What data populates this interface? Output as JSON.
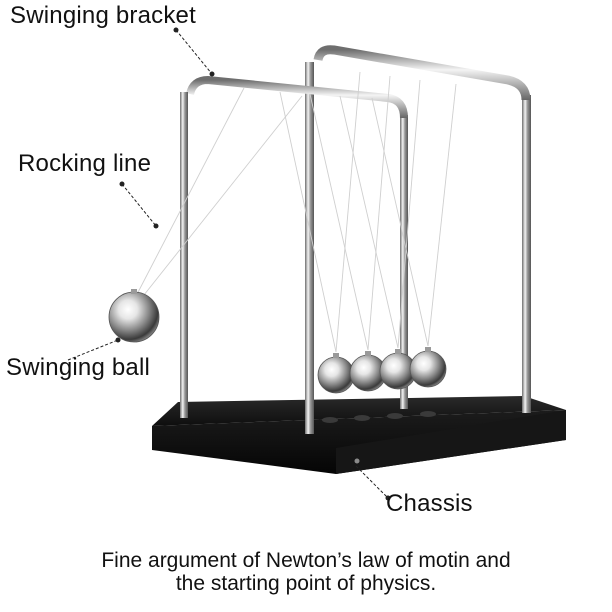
{
  "labels": {
    "swinging_bracket": "Swinging bracket",
    "rocking_line": "Rocking line",
    "swinging_ball": "Swinging ball",
    "chassis": "Chassis"
  },
  "caption": {
    "line1": "Fine argument of Newton’s law of motin and",
    "line2": "the starting point of physics."
  },
  "colors": {
    "text": "#111111",
    "base": "#111111",
    "frame": "#c8c8c8"
  }
}
